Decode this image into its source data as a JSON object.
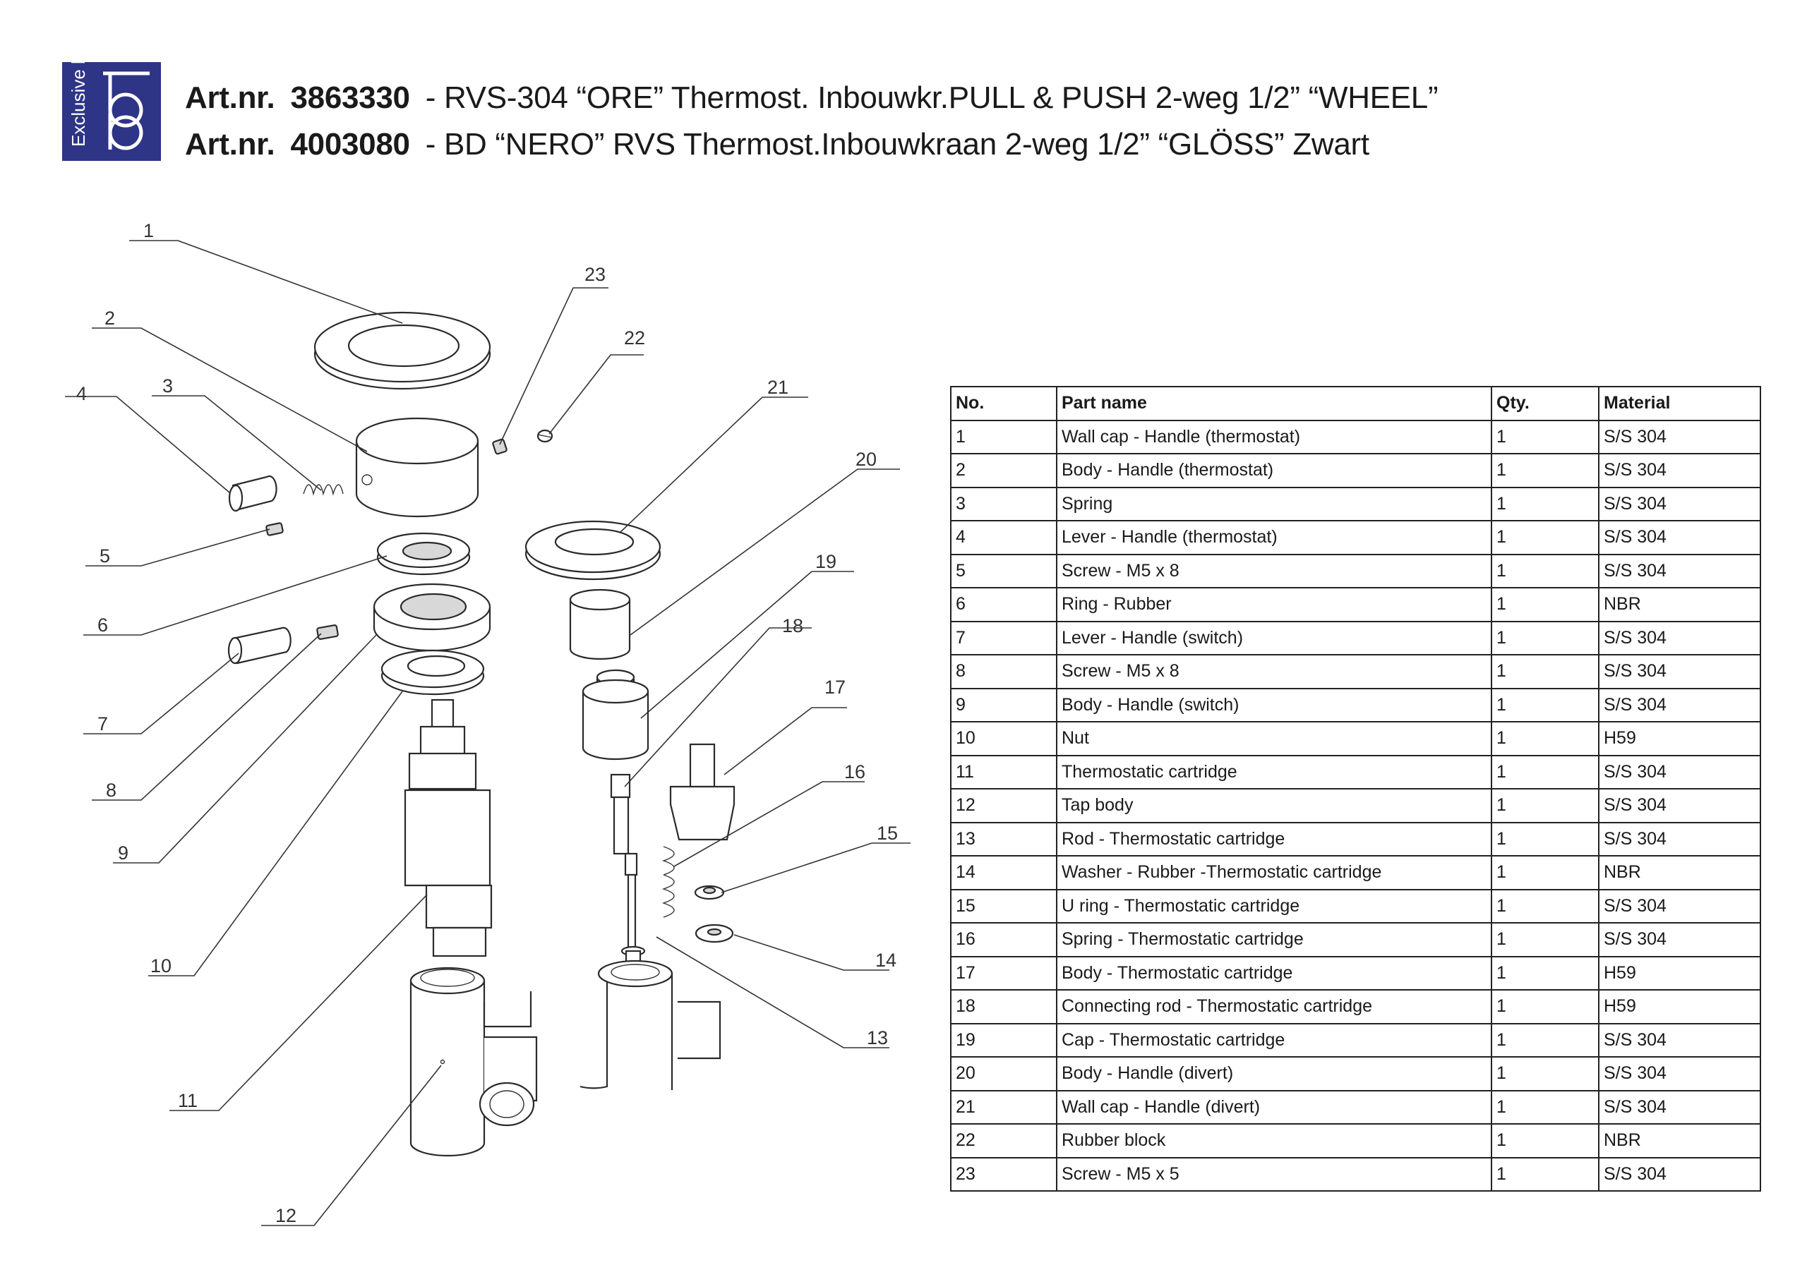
{
  "header": {
    "logo_text": "Exclusive bd",
    "items": [
      {
        "label": "Art.nr.",
        "number": "3863330",
        "description": "- RVS-304 “ORE” Thermost. Inbouwkr.PULL & PUSH 2-weg 1/2” “WHEEL”"
      },
      {
        "label": "Art.nr.",
        "number": "4003080",
        "description": "- BD “NERO” RVS Thermost.Inbouwkraan 2-weg 1/2” “GLÖSS” Zwart"
      }
    ]
  },
  "diagram": {
    "callouts": [
      "1",
      "2",
      "3",
      "4",
      "5",
      "6",
      "7",
      "8",
      "9",
      "10",
      "11",
      "12",
      "13",
      "14",
      "15",
      "16",
      "17",
      "18",
      "19",
      "20",
      "21",
      "22",
      "23"
    ]
  },
  "table": {
    "headers": {
      "no": "No.",
      "part_name": "Part name",
      "qty": "Qty.",
      "material": "Material"
    },
    "rows": [
      {
        "no": "1",
        "part_name": "Wall cap - Handle (thermostat)",
        "qty": "1",
        "material": "S/S 304"
      },
      {
        "no": "2",
        "part_name": "Body - Handle (thermostat)",
        "qty": "1",
        "material": "S/S 304"
      },
      {
        "no": "3",
        "part_name": "Spring",
        "qty": "1",
        "material": "S/S 304"
      },
      {
        "no": "4",
        "part_name": "Lever - Handle (thermostat)",
        "qty": "1",
        "material": "S/S 304"
      },
      {
        "no": "5",
        "part_name": "Screw - M5 x 8",
        "qty": "1",
        "material": "S/S 304"
      },
      {
        "no": "6",
        "part_name": "Ring - Rubber",
        "qty": "1",
        "material": "NBR"
      },
      {
        "no": "7",
        "part_name": "Lever - Handle (switch)",
        "qty": "1",
        "material": "S/S 304"
      },
      {
        "no": "8",
        "part_name": "Screw - M5 x 8",
        "qty": "1",
        "material": "S/S 304"
      },
      {
        "no": "9",
        "part_name": "Body - Handle (switch)",
        "qty": "1",
        "material": "S/S 304"
      },
      {
        "no": "10",
        "part_name": "Nut",
        "qty": "1",
        "material": "H59"
      },
      {
        "no": "11",
        "part_name": "Thermostatic cartridge",
        "qty": "1",
        "material": "S/S 304"
      },
      {
        "no": "12",
        "part_name": "Tap body",
        "qty": "1",
        "material": "S/S 304"
      },
      {
        "no": "13",
        "part_name": "Rod - Thermostatic cartridge",
        "qty": "1",
        "material": "S/S 304"
      },
      {
        "no": "14",
        "part_name": "Washer - Rubber -Thermostatic cartridge",
        "qty": "1",
        "material": "NBR"
      },
      {
        "no": "15",
        "part_name": "U ring - Thermostatic cartridge",
        "qty": "1",
        "material": "S/S 304"
      },
      {
        "no": "16",
        "part_name": "Spring - Thermostatic cartridge",
        "qty": "1",
        "material": "S/S 304"
      },
      {
        "no": "17",
        "part_name": "Body - Thermostatic cartridge",
        "qty": "1",
        "material": "H59"
      },
      {
        "no": "18",
        "part_name": "Connecting rod - Thermostatic cartridge",
        "qty": "1",
        "material": "H59"
      },
      {
        "no": "19",
        "part_name": "Cap - Thermostatic cartridge",
        "qty": "1",
        "material": "S/S 304"
      },
      {
        "no": "20",
        "part_name": "Body - Handle (divert)",
        "qty": "1",
        "material": "S/S 304"
      },
      {
        "no": "21",
        "part_name": "Wall cap - Handle (divert)",
        "qty": "1",
        "material": "S/S 304"
      },
      {
        "no": "22",
        "part_name": "Rubber block",
        "qty": "1",
        "material": "NBR"
      },
      {
        "no": "23",
        "part_name": "Screw - M5 x 5",
        "qty": "1",
        "material": "S/S 304"
      }
    ]
  }
}
